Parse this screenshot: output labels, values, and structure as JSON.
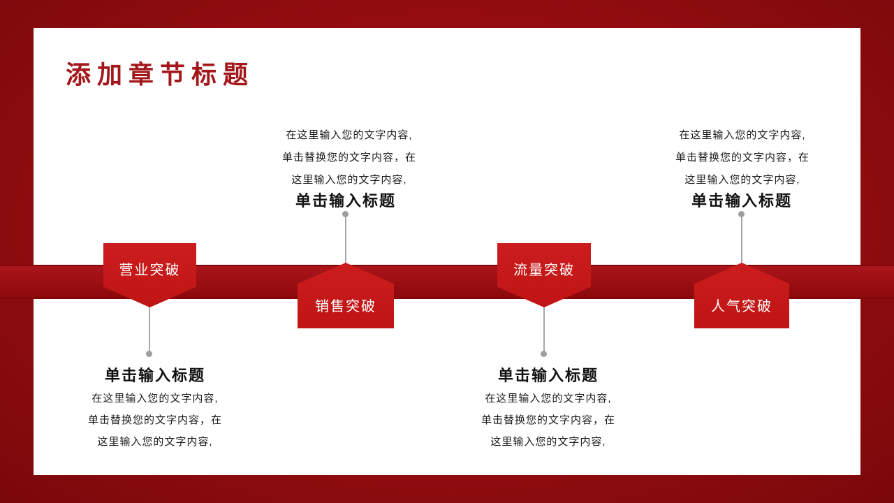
{
  "slide": {
    "title": "添加章节标题"
  },
  "colors": {
    "background_red": "#930d10",
    "band_red": "#9c0f13",
    "tag_red": "#c41a1a",
    "title_red": "#a3171b",
    "connector_gray": "#9e9e9e"
  },
  "items": [
    {
      "tag": "营业突破",
      "direction": "down",
      "heading": "单击输入标题",
      "body": [
        "在这里输入您的文字内容,",
        "单击替换您的文字内容，在",
        "这里输入您的文字内容,"
      ]
    },
    {
      "tag": "销售突破",
      "direction": "up",
      "heading": "单击输入标题",
      "body": [
        "在这里输入您的文字内容,",
        "单击替换您的文字内容，在",
        "这里输入您的文字内容,"
      ]
    },
    {
      "tag": "流量突破",
      "direction": "down",
      "heading": "单击输入标题",
      "body": [
        "在这里输入您的文字内容,",
        "单击替换您的文字内容，在",
        "这里输入您的文字内容,"
      ]
    },
    {
      "tag": "人气突破",
      "direction": "up",
      "heading": "单击输入标题",
      "body": [
        "在这里输入您的文字内容,",
        "单击替换您的文字内容，在",
        "这里输入您的文字内容,"
      ]
    }
  ]
}
